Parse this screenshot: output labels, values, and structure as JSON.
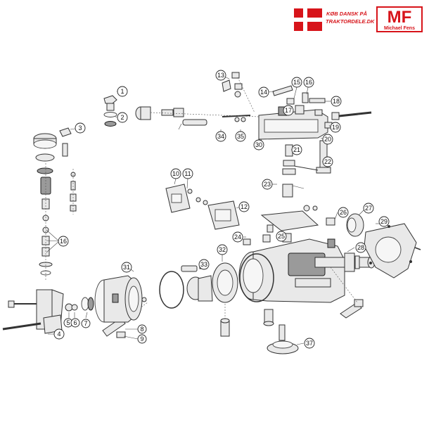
{
  "header": {
    "flag_logo_line1": "KØB DANSK PÅ",
    "flag_logo_line2": "TRAKTORDELE.DK",
    "mf_logo_text": "MF",
    "mf_logo_sub": "Michael Fens"
  },
  "colors": {
    "flag_red": "#d7141a",
    "mf_red": "#d7141a"
  },
  "callouts": [
    "1",
    "2",
    "3",
    "4",
    "5",
    "6",
    "7",
    "8",
    "9",
    "10",
    "11",
    "12",
    "13",
    "14",
    "15",
    "16",
    "17",
    "18",
    "19",
    "20",
    "21",
    "22",
    "23",
    "24",
    "25",
    "26",
    "27",
    "28",
    "29",
    "30",
    "31",
    "32",
    "33",
    "34",
    "35",
    "16",
    "37"
  ]
}
